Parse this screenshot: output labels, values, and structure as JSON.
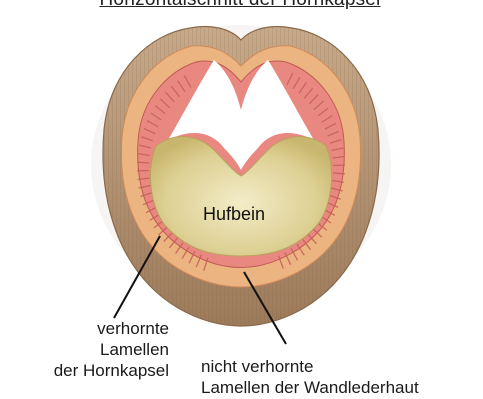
{
  "title": "Horizontalschnitt der Hornkapsel",
  "labels": {
    "bone": "Hufbein",
    "left": [
      "verhornte",
      "Lamellen",
      "der Hornkapsel"
    ],
    "right": [
      "nicht verhornte",
      "Lamellen der Wandlederhaut"
    ]
  },
  "colors": {
    "horn_capsule": "#a88666",
    "pigment_layer": "#ecb480",
    "corium": "#e98880",
    "bone": "#dccf94",
    "laminae": "#c45e5a",
    "background": "#ffffff"
  }
}
